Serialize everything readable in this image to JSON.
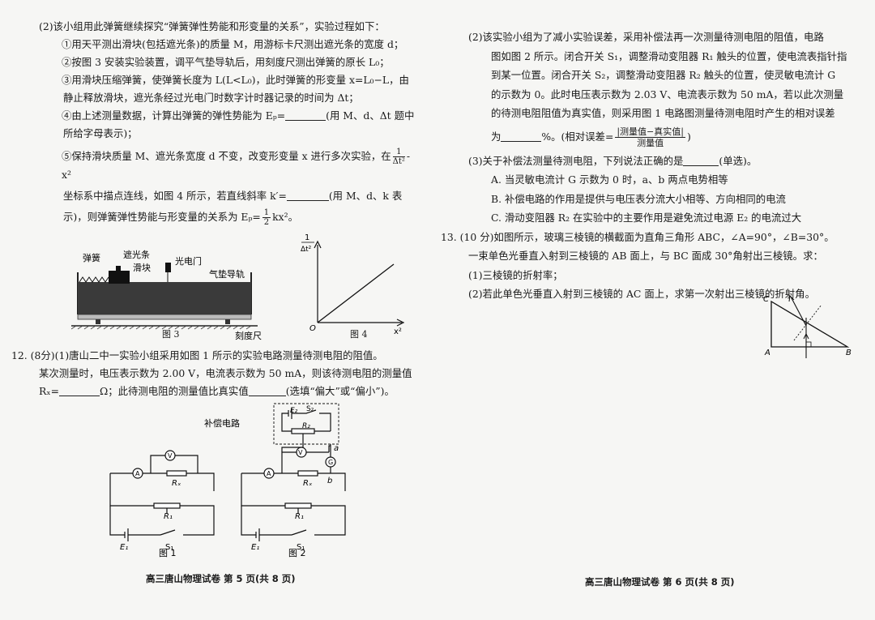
{
  "left": {
    "q11_part2_intro": "(2)该小组用此弹簧继续探究“弹簧弹性势能和形变量的关系”，实验过程如下：",
    "step1": "①用天平测出滑块(包括遮光条)的质量 M，用游标卡尺测出遮光条的宽度 d；",
    "step2": "②按图 3 安装实验装置，调平气垫导轨后，用刻度尺测出弹簧的原长 L₀；",
    "step3_a": "③用滑块压缩弹簧，使弹簧长度为 L(L<L₀)，此时弹簧的形变量 x=L₀−L，由",
    "step3_b": "静止释放滑块，遮光条经过光电门时数字计时器记录的时间为 Δt；",
    "step4_a": "④由上述测量数据，计算出弹簧的弹性势能为 Eₚ=",
    "step4_b": "(用 M、d、Δt 题中",
    "step4_c": "所给字母表示)；",
    "step5_a": "⑤保持滑块质量 M、遮光条宽度 d 不变，改变形变量 x 进行多次实验，在",
    "step5_frac_num": "1",
    "step5_frac_den": "Δt²",
    "step5_b": "-x²",
    "step5_c": "坐标系中描点连线，如图 4 所示，若直线斜率 k′=",
    "step5_d": "(用 M、d、k 表",
    "step5_e": "示)，则弹簧弹性势能与形变量的关系为 Eₚ=",
    "step5_half_num": "1",
    "step5_half_den": "2",
    "step5_f": "kx²。",
    "fig3": {
      "spring": "弹簧",
      "shading_strip": "遮光条",
      "slider": "滑块",
      "photogate": "光电门",
      "air_track": "气垫导轨",
      "ruler": "刻度尺",
      "caption": "图 3"
    },
    "fig4": {
      "y_num": "1",
      "y_den": "Δt²",
      "x_label": "x²",
      "origin": "O",
      "caption": "图 4"
    },
    "q12_num": "12.",
    "q12_a": "(8分)(1)唐山二中一实验小组采用如图 1 所示的实验电路测量待测电阻的阻值。",
    "q12_b": "某次测量时，电压表示数为 2.00 V，电流表示数为 50 mA，则该待测电阻的测量值",
    "q12_c1": "Rₓ=",
    "q12_c2": "Ω；此待测电阻的测量值比真实值",
    "q12_c3": "(选填“偏大”或“偏小”)。",
    "circuit": {
      "compensation": "补偿电路",
      "E2": "E₂",
      "S2": "S₂",
      "R2": "R₂",
      "a": "a",
      "b": "b",
      "G": "G",
      "V": "V",
      "A": "A",
      "Rx": "Rₓ",
      "R1": "R₁",
      "E1": "E₁",
      "S1": "S₁",
      "caption1": "图 1",
      "caption2": "图 2"
    },
    "footer": "高三唐山物理试卷   第 5 页(共 8 页)"
  },
  "right": {
    "p2_a": "(2)该实验小组为了减小实验误差，采用补偿法再一次测量待测电阻的阻值，电路",
    "p2_b": "图如图 2 所示。闭合开关 S₁，调整滑动变阻器 R₁ 触头的位置，使电流表指针指",
    "p2_c": "到某一位置。闭合开关 S₂，调整滑动变阻器 R₂ 触头的位置，使灵敏电流计 G",
    "p2_d": "的示数为 0。此时电压表示数为 2.03 V、电流表示数为 50 mA，若以此次测量",
    "p2_e": "的待测电阻阻值为真实值，则采用图 1 电路图测量待测电阻时产生的相对误差",
    "p2_f1": "为",
    "p2_f2": "%。(相对误差=",
    "p2_frac_num": "|测量值−真实值|",
    "p2_frac_den": "测量值",
    "p2_f3": ")",
    "p3": "(3)关于补偿法测量待测电阻，下列说法正确的是",
    "p3_end": "(单选)。",
    "optA": "A.  当灵敏电流计 G 示数为 0 时，a、b 两点电势相等",
    "optB": "B.  补偿电路的作用是提供与电压表分流大小相等、方向相同的电流",
    "optC": "C.  滑动变阻器 R₂ 在实验中的主要作用是避免流过电源 E₂ 的电流过大",
    "q13_num": "13.",
    "q13_a": "(10 分)如图所示，玻璃三棱镜的横截面为直角三角形 ABC，∠A=90°，∠B=30°。",
    "q13_b": "一束单色光垂直入射到三棱镜的 AB 面上，与 BC 面成 30°角射出三棱镜。求：",
    "q13_1": "(1)三棱镜的折射率；",
    "q13_2": "(2)若此单色光垂直入射到三棱镜的 AC 面上，求第一次射出三棱镜的折射角。",
    "prism": {
      "A": "A",
      "B": "B",
      "C": "C"
    },
    "footer": "高三唐山物理试卷   第 6 页(共 8 页)"
  },
  "colors": {
    "ink": "#1a1a1a",
    "paper": "#f6f6f4",
    "track": "#3a3a3a"
  }
}
